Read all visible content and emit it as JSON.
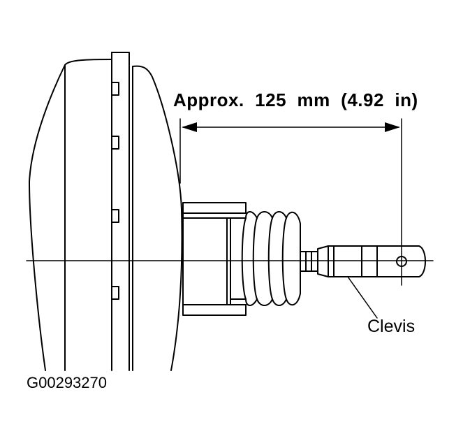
{
  "dimension": {
    "label": "Approx.  125  mm  (4.92  in)"
  },
  "callout": {
    "label": "Clevis"
  },
  "figure": {
    "id": "G00293270"
  },
  "colors": {
    "line": "#000000",
    "background": "#ffffff"
  }
}
